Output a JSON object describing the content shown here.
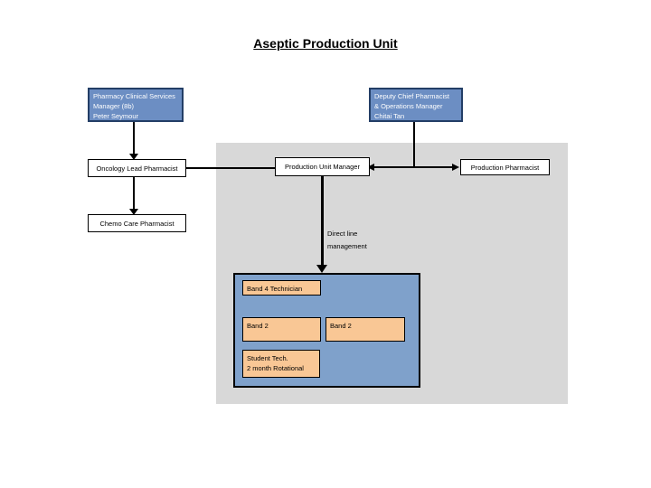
{
  "title": "Aseptic Production Unit",
  "colors": {
    "blue_box_fill": "#6C8EC3",
    "blue_box_border": "#233E66",
    "team_container_fill": "#7FA1CB",
    "orange_box_fill": "#F9C795",
    "gray_background": "#D8D8D8",
    "connector": "#000000"
  },
  "boxes": {
    "pharmacy_manager": {
      "label": "Pharmacy Clinical Services\nManager (8b)\nPeter Seymour"
    },
    "deputy_chief": {
      "label": "Deputy Chief Pharmacist\n& Operations Manager\nChitai Tan"
    },
    "oncology_lead": {
      "label": "Oncology Lead Pharmacist"
    },
    "production_unit_manager": {
      "label": "Production Unit Manager"
    },
    "production_pharmacist": {
      "label": "Production Pharmacist"
    },
    "chemo_care": {
      "label": "Chemo Care Pharmacist"
    },
    "band4_technician": {
      "label": "Band 4 Technician"
    },
    "band2_left": {
      "label": "Band 2"
    },
    "band2_right": {
      "label": "Band 2"
    },
    "student_tech": {
      "label": "Student Tech.\n2 month Rotational"
    }
  },
  "annotations": {
    "direct_line": "Direct line\nmanagement"
  }
}
